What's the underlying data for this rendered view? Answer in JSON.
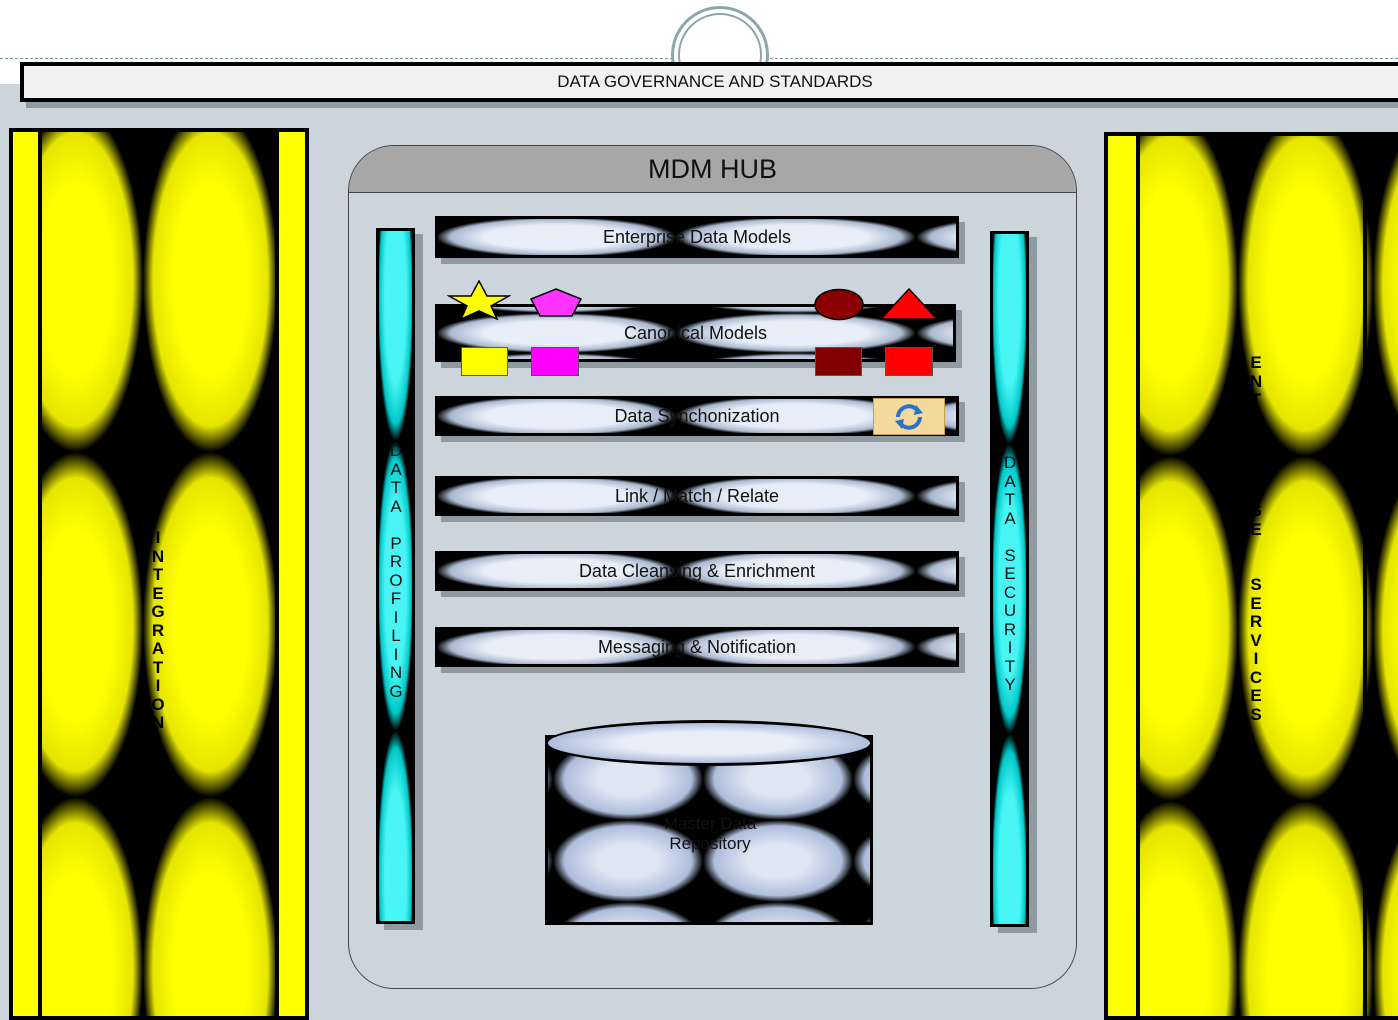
{
  "governance": {
    "label": "DATA GOVERNANCE AND STANDARDS"
  },
  "hub": {
    "title": "MDM HUB"
  },
  "components": [
    "Enterprise Data Models",
    "Canonical Models",
    "Data Synchonization",
    "Link / Match / Relate",
    "Data Cleansing & Enrichment",
    "Messaging & Notification"
  ],
  "repository": {
    "line1": "Master Data",
    "line2": "Repository"
  },
  "left_pillar": {
    "label": "DATA  INTEGRATION"
  },
  "right_pillar": {
    "label": "ENTERPRISE  SERVICES  BUS"
  },
  "profiling": {
    "label": "DATA PROFILING"
  },
  "security": {
    "label": "DATA SECURITY"
  },
  "colors": {
    "pillar": "#ffff00",
    "vertical_bar": "#00e8e8",
    "background": "#cdd5dc",
    "hub_header": "#a7a7a7",
    "star": "#ffff00",
    "pentagon": "#ff33ff",
    "circle": "#8b0000",
    "triangle": "#ff0000",
    "yellow_square": "#ffff00",
    "magenta_square": "#ff00ff",
    "maroon_square": "#800000",
    "red_square": "#ff0000"
  },
  "icons": {
    "refresh": "refresh-icon",
    "shapes": [
      "star-icon",
      "pentagon-icon",
      "circle-icon",
      "triangle-icon",
      "yellow-square-icon",
      "magenta-square-icon",
      "maroon-square-icon",
      "red-square-icon"
    ]
  }
}
